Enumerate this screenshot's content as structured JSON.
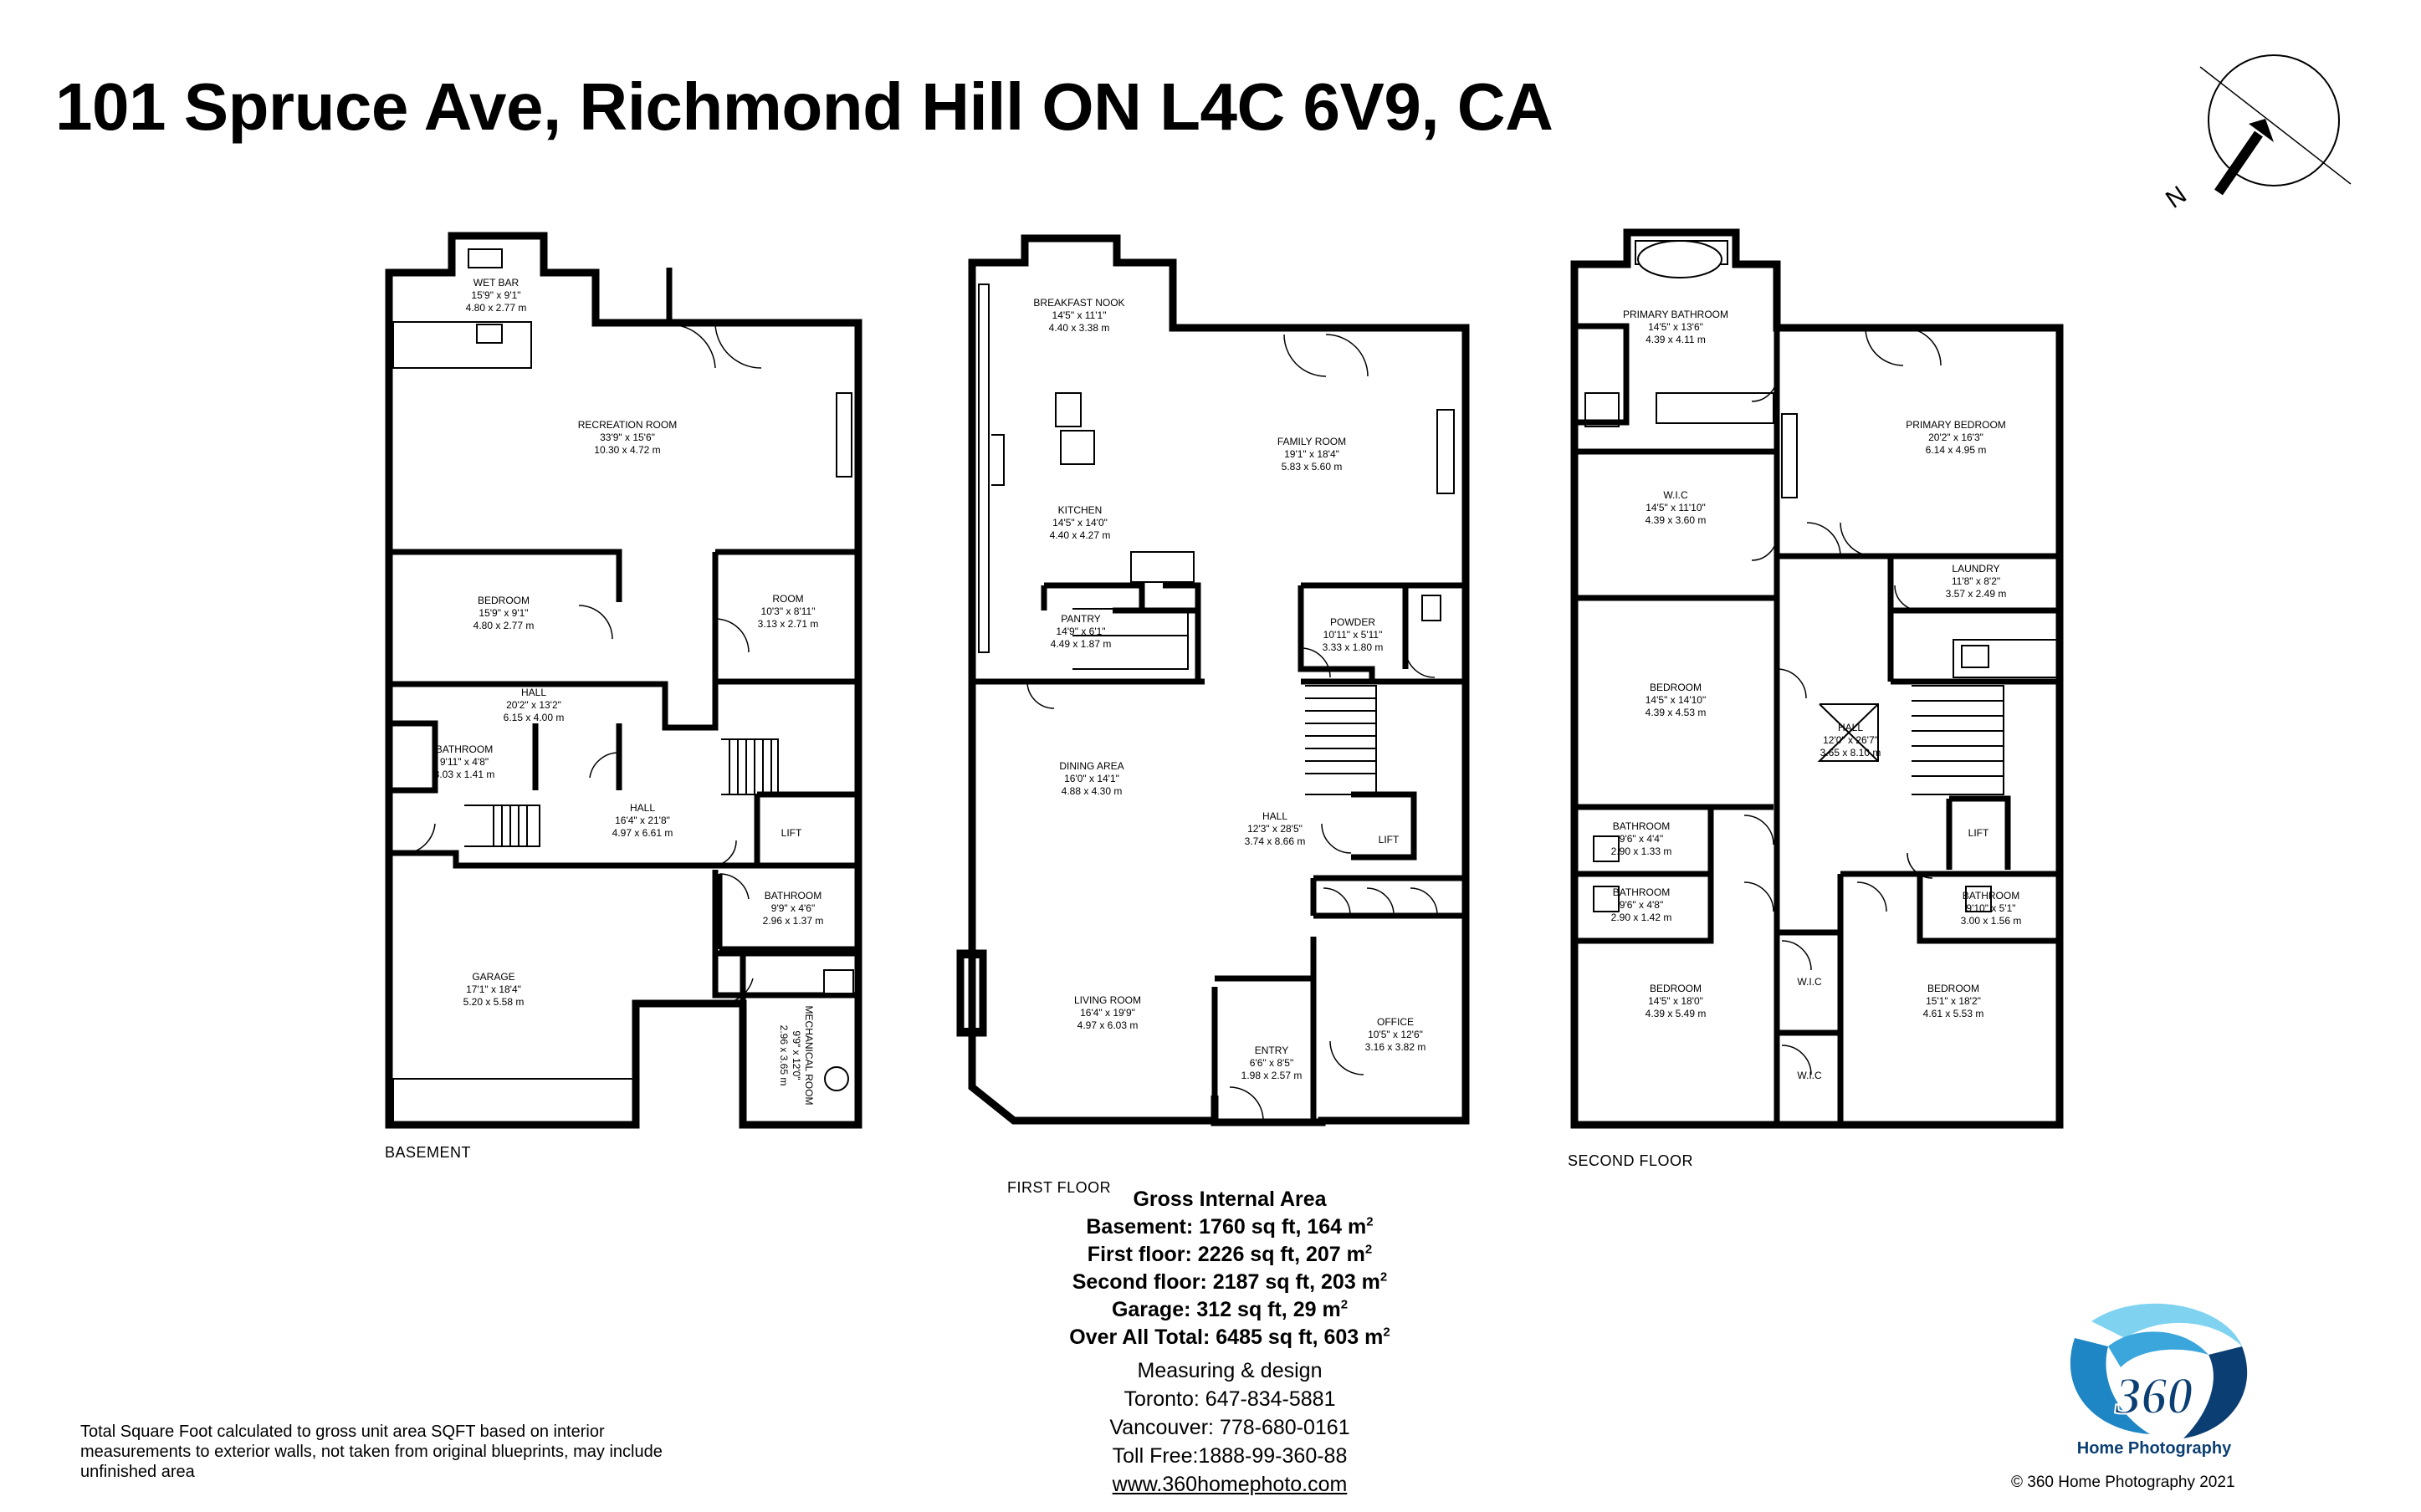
{
  "title": "101 Spruce Ave, Richmond Hill ON L4C 6V9, CA",
  "compass_label": "N",
  "floors": [
    {
      "label": "BASEMENT",
      "rooms": [
        {
          "name": "WET BAR",
          "imperial": "15'9\" x 9'1\"",
          "metric": "4.80 x 2.77 m"
        },
        {
          "name": "RECREATION ROOM",
          "imperial": "33'9\" x 15'6\"",
          "metric": "10.30 x 4.72 m"
        },
        {
          "name": "BEDROOM",
          "imperial": "15'9\" x 9'1\"",
          "metric": "4.80 x 2.77 m"
        },
        {
          "name": "ROOM",
          "imperial": "10'3\" x 8'11\"",
          "metric": "3.13 x 2.71 m"
        },
        {
          "name": "HALL",
          "imperial": "20'2\" x 13'2\"",
          "metric": "6.15 x 4.00 m"
        },
        {
          "name": "BATHROOM",
          "imperial": "9'11\" x 4'8\"",
          "metric": "3.03 x 1.41 m"
        },
        {
          "name": "HALL",
          "imperial": "16'4\" x 21'8\"",
          "metric": "4.97 x 6.61 m"
        },
        {
          "name": "LIFT",
          "imperial": "",
          "metric": ""
        },
        {
          "name": "BATHROOM",
          "imperial": "9'9\" x 4'6\"",
          "metric": "2.96 x 1.37 m"
        },
        {
          "name": "GARAGE",
          "imperial": "17'1\" x 18'4\"",
          "metric": "5.20 x 5.58 m"
        },
        {
          "name": "MECHANICAL ROOM",
          "imperial": "9'9\" x 12'0\"",
          "metric": "2.96 x 3.65 m"
        }
      ]
    },
    {
      "label": "FIRST FLOOR",
      "rooms": [
        {
          "name": "BREAKFAST NOOK",
          "imperial": "14'5\" x 11'1\"",
          "metric": "4.40 x 3.38 m"
        },
        {
          "name": "FAMILY ROOM",
          "imperial": "19'1\" x 18'4\"",
          "metric": "5.83 x 5.60 m"
        },
        {
          "name": "KITCHEN",
          "imperial": "14'5\" x 14'0\"",
          "metric": "4.40 x 4.27 m"
        },
        {
          "name": "PANTRY",
          "imperial": "14'9\" x 6'1\"",
          "metric": "4.49 x 1.87 m"
        },
        {
          "name": "POWDER",
          "imperial": "10'11\" x 5'11\"",
          "metric": "3.33 x 1.80 m"
        },
        {
          "name": "DINING AREA",
          "imperial": "16'0\" x 14'1\"",
          "metric": "4.88 x 4.30 m"
        },
        {
          "name": "HALL",
          "imperial": "12'3\" x 28'5\"",
          "metric": "3.74 x 8.66 m"
        },
        {
          "name": "LIFT",
          "imperial": "",
          "metric": ""
        },
        {
          "name": "LIVING ROOM",
          "imperial": "16'4\" x 19'9\"",
          "metric": "4.97 x 6.03 m"
        },
        {
          "name": "ENTRY",
          "imperial": "6'6\" x 8'5\"",
          "metric": "1.98 x 2.57 m"
        },
        {
          "name": "OFFICE",
          "imperial": "10'5\" x 12'6\"",
          "metric": "3.16 x 3.82 m"
        }
      ]
    },
    {
      "label": "SECOND FLOOR",
      "rooms": [
        {
          "name": "PRIMARY BATHROOM",
          "imperial": "14'5\" x 13'6\"",
          "metric": "4.39 x 4.11 m"
        },
        {
          "name": "PRIMARY BEDROOM",
          "imperial": "20'2\" x 16'3\"",
          "metric": "6.14 x 4.95 m"
        },
        {
          "name": "W.I.C",
          "imperial": "14'5\" x 11'10\"",
          "metric": "4.39 x 3.60 m"
        },
        {
          "name": "LAUNDRY",
          "imperial": "11'8\" x 8'2\"",
          "metric": "3.57 x 2.49 m"
        },
        {
          "name": "BEDROOM",
          "imperial": "14'5\" x 14'10\"",
          "metric": "4.39 x 4.53 m"
        },
        {
          "name": "HALL",
          "imperial": "12'0\" x 26'7\"",
          "metric": "3.65 x 8.10 m"
        },
        {
          "name": "BATHROOM",
          "imperial": "9'6\" x 4'4\"",
          "metric": "2.90 x 1.33 m"
        },
        {
          "name": "BATHROOM",
          "imperial": "9'6\" x 4'8\"",
          "metric": "2.90 x 1.42 m"
        },
        {
          "name": "LIFT",
          "imperial": "",
          "metric": ""
        },
        {
          "name": "BATHROOM",
          "imperial": "9'10\" x 5'1\"",
          "metric": "3.00 x 1.56 m"
        },
        {
          "name": "W.I.C",
          "imperial": "",
          "metric": ""
        },
        {
          "name": "BEDROOM",
          "imperial": "14'5\" x 18'0\"",
          "metric": "4.39 x 5.49 m"
        },
        {
          "name": "BEDROOM",
          "imperial": "15'1\" x 18'2\"",
          "metric": "4.61 x 5.53 m"
        },
        {
          "name": "W.I.C",
          "imperial": "",
          "metric": ""
        }
      ]
    }
  ],
  "gross_internal_area": {
    "heading": "Gross Internal Area",
    "lines": [
      {
        "label": "Basement: 1760 sq ft, 164 m",
        "sup": "2"
      },
      {
        "label": "First floor: 2226 sq ft, 207 m",
        "sup": "2"
      },
      {
        "label": "Second floor: 2187 sq ft, 203 m",
        "sup": "2"
      },
      {
        "label": "Garage: 312 sq ft, 29 m",
        "sup": "2"
      },
      {
        "label": "Over All Total: 6485 sq ft, 603 m",
        "sup": "2"
      }
    ]
  },
  "contact": {
    "line1": "Measuring & design",
    "line2": "Toronto: 647-834-5881",
    "line3": "Vancouver: 778-680-0161",
    "line4": "Toll Free:1888-99-360-88",
    "website": "www.360homephoto.com"
  },
  "disclaimer": "Total Square Foot calculated to gross unit area SQFT based on interior measurements to exterior walls, not taken from original blueprints, may include unfinished area",
  "logo": {
    "number": "360",
    "text": "Home Photography",
    "colors": {
      "primary": "#1e86c5",
      "dark": "#0b3f73",
      "light": "#7fd3f0"
    }
  },
  "copyright": "©  360 Home Photography 2021"
}
